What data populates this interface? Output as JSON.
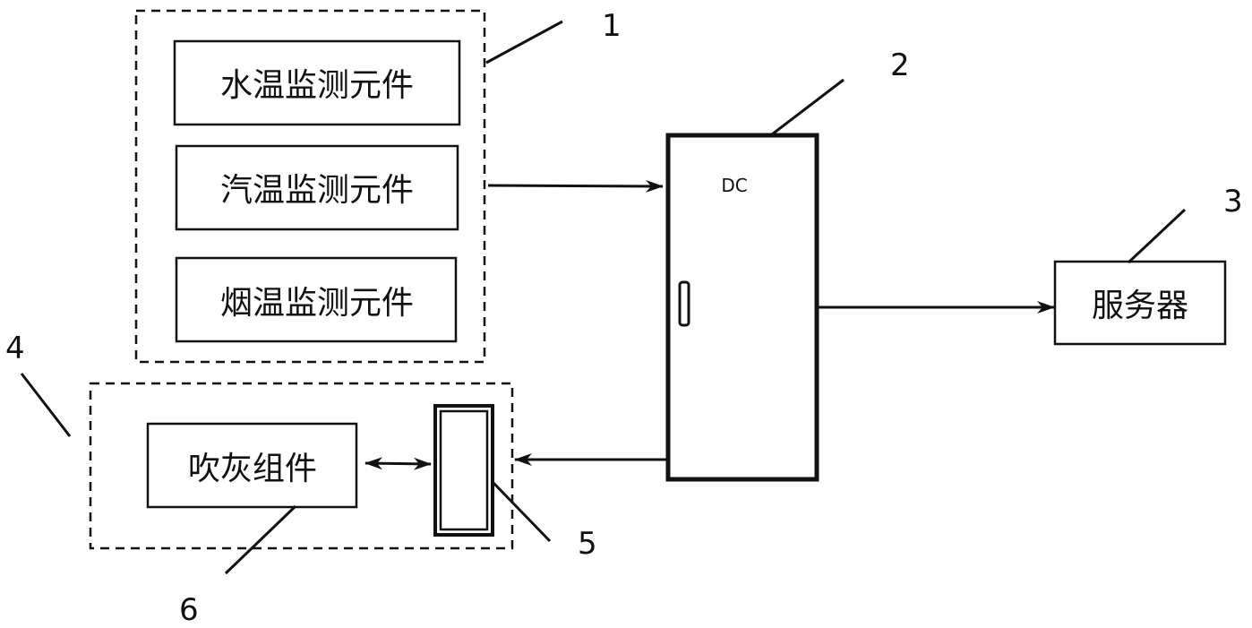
{
  "diagram": {
    "groups": {
      "monitoring_group": {
        "callout": "1"
      },
      "soot_blowing_group": {
        "callout": "4"
      }
    },
    "components": {
      "water_temp_sensor": {
        "label": "水温监测元件"
      },
      "steam_temp_sensor": {
        "label": "汽温监测元件"
      },
      "flue_temp_sensor": {
        "label": "烟温监测元件"
      },
      "dc_cabinet": {
        "label": "DC",
        "callout": "2"
      },
      "server": {
        "label": "服务器",
        "callout": "3"
      },
      "controller": {
        "label": "",
        "callout": "5"
      },
      "soot_blower": {
        "label": "吹灰组件",
        "callout": "6"
      }
    },
    "connections": [
      {
        "from": "monitoring_group",
        "to": "dc_cabinet",
        "direction": "one-way"
      },
      {
        "from": "dc_cabinet",
        "to": "server",
        "direction": "one-way"
      },
      {
        "from": "dc_cabinet",
        "to": "soot_blowing_group",
        "direction": "one-way"
      },
      {
        "from": "soot_blower",
        "to": "controller",
        "direction": "two-way"
      }
    ]
  }
}
